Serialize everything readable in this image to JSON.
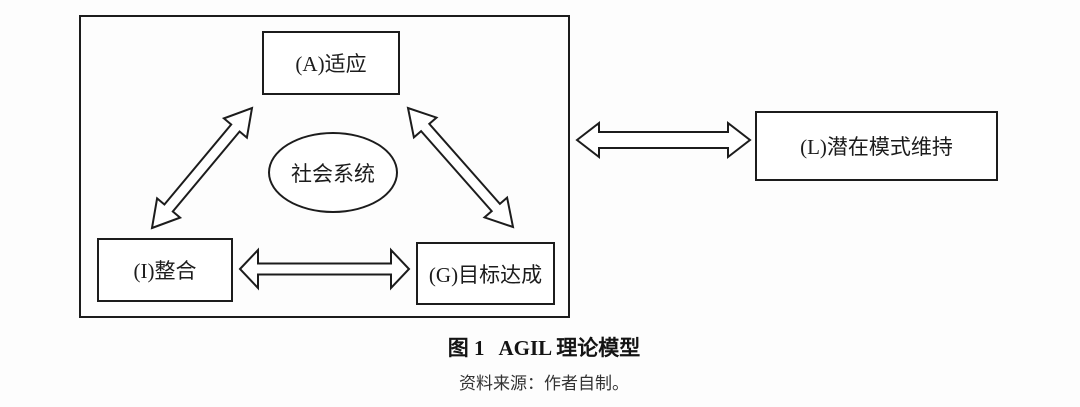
{
  "nodes": {
    "adaptation": "(A)适应",
    "social_system": "社会系统",
    "integration": "(I)整合",
    "goal_attainment": "(G)目标达成",
    "latent_pattern_maintenance": "(L)潜在模式维持"
  },
  "connections": [
    {
      "from": "integration",
      "to": "adaptation",
      "style": "hollow-double-arrow"
    },
    {
      "from": "adaptation",
      "to": "goal_attainment",
      "style": "hollow-double-arrow"
    },
    {
      "from": "integration",
      "to": "goal_attainment",
      "style": "hollow-double-arrow"
    },
    {
      "from": "social_system_boundary",
      "to": "latent_pattern_maintenance",
      "style": "hollow-double-arrow"
    }
  ],
  "caption": {
    "figure_label": "图 1",
    "figure_title": "AGIL 理论模型"
  },
  "source_note": "资料来源：作者自制。",
  "colors": {
    "line": "#1c1c1c",
    "background": "#fdfdfd",
    "node_fill": "#ffffff",
    "source_text": "#333333"
  }
}
